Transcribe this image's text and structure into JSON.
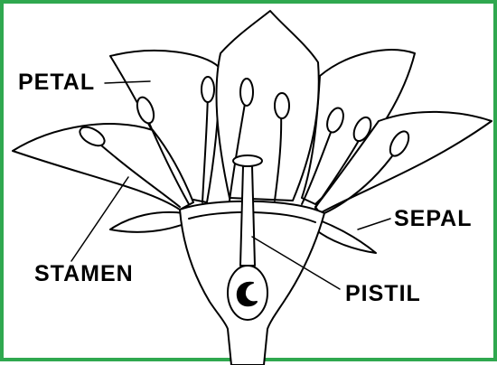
{
  "labels": {
    "petal": "PETAL",
    "sepal": "SEPAL",
    "stamen": "STAMEN",
    "pistil": "PISTIL"
  },
  "colors": {
    "frame": "#2fa84f",
    "ink": "#000000",
    "background": "#ffffff"
  }
}
